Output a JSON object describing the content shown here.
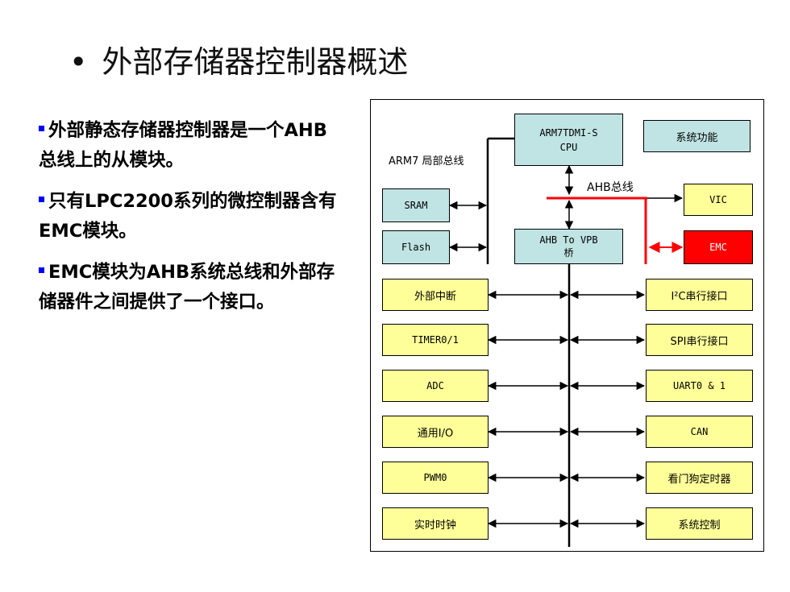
{
  "title": "外部存储器控制器概述",
  "bullets": [
    "外部静态存储器控制器是一个AHB总线上的从模块。",
    "只有LPC2200系列的微控制器含有EMC模块。",
    "EMC模块为AHB系统总线和外部存储器件之间提供了一个接口。"
  ],
  "diagram": {
    "cpu": "ARM7TDMI-S CPU",
    "system_function": "系统功能",
    "local_bus_label": "ARM7 局部总线",
    "ahb_bus_label": "AHB总线",
    "sram": "SRAM",
    "flash": "Flash",
    "bridge": "AHB To VPB 桥",
    "vic": "VIC",
    "emc": "EMC",
    "left_peripherals": [
      "外部中断",
      "TIMER0/1",
      "ADC",
      "通用I/O",
      "PWM0",
      "实时时钟"
    ],
    "right_peripherals": [
      "I²C串行接口",
      "SPI串行接口",
      "UART0 & 1",
      "CAN",
      "看门狗定时器",
      "系统控制"
    ],
    "colors": {
      "local_peripheral": "#ffff99",
      "core": "#c0e4e4",
      "emc": "#ff0000",
      "ahb_bus": "#ff0000",
      "bullet": "#0000ff"
    }
  }
}
